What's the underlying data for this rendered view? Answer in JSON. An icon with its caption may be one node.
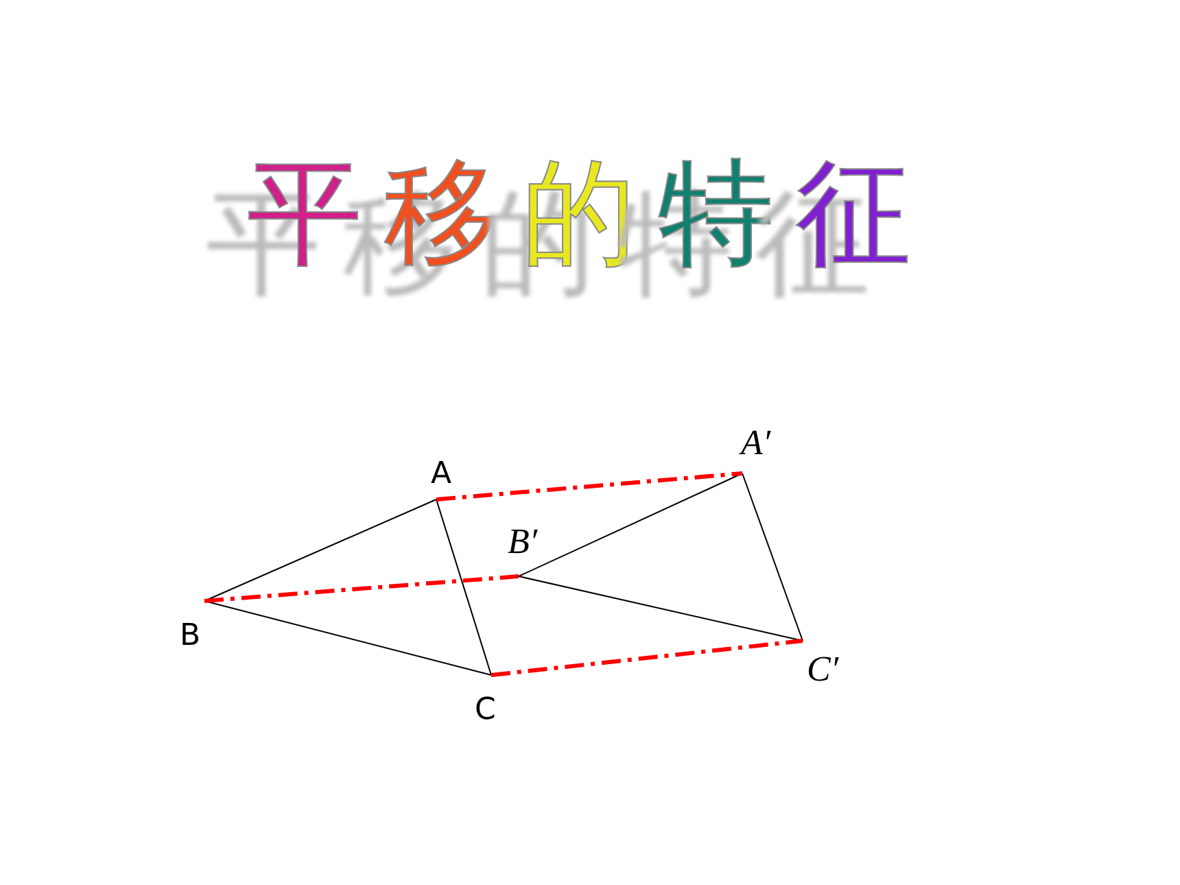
{
  "diagram": {
    "title": "平移的特征",
    "nodes": [
      {
        "text": [
          "A"
        ]
      },
      {
        "text": [
          "B"
        ]
      },
      {
        "text": [
          "C"
        ]
      },
      {
        "text": [
          "A′"
        ]
      },
      {
        "text": [
          "B′"
        ]
      },
      {
        "text": [
          "C′"
        ]
      }
    ],
    "edges": [
      {
        "from": 0,
        "to": 1,
        "arrow": "none"
      },
      {
        "from": 1,
        "to": 2,
        "arrow": "none"
      },
      {
        "from": 0,
        "to": 2,
        "arrow": "none"
      },
      {
        "from": 3,
        "to": 4,
        "arrow": "none"
      },
      {
        "from": 4,
        "to": 5,
        "arrow": "none"
      },
      {
        "from": 3,
        "to": 5,
        "arrow": "none"
      },
      {
        "from": 0,
        "to": 3,
        "arrow": "none",
        "style": "dashed",
        "color": "#ff0000"
      },
      {
        "from": 1,
        "to": 4,
        "arrow": "none",
        "style": "dashed",
        "color": "#ff0000"
      },
      {
        "from": 2,
        "to": 5,
        "arrow": "none",
        "style": "dashed",
        "color": "#ff0000"
      }
    ]
  }
}
